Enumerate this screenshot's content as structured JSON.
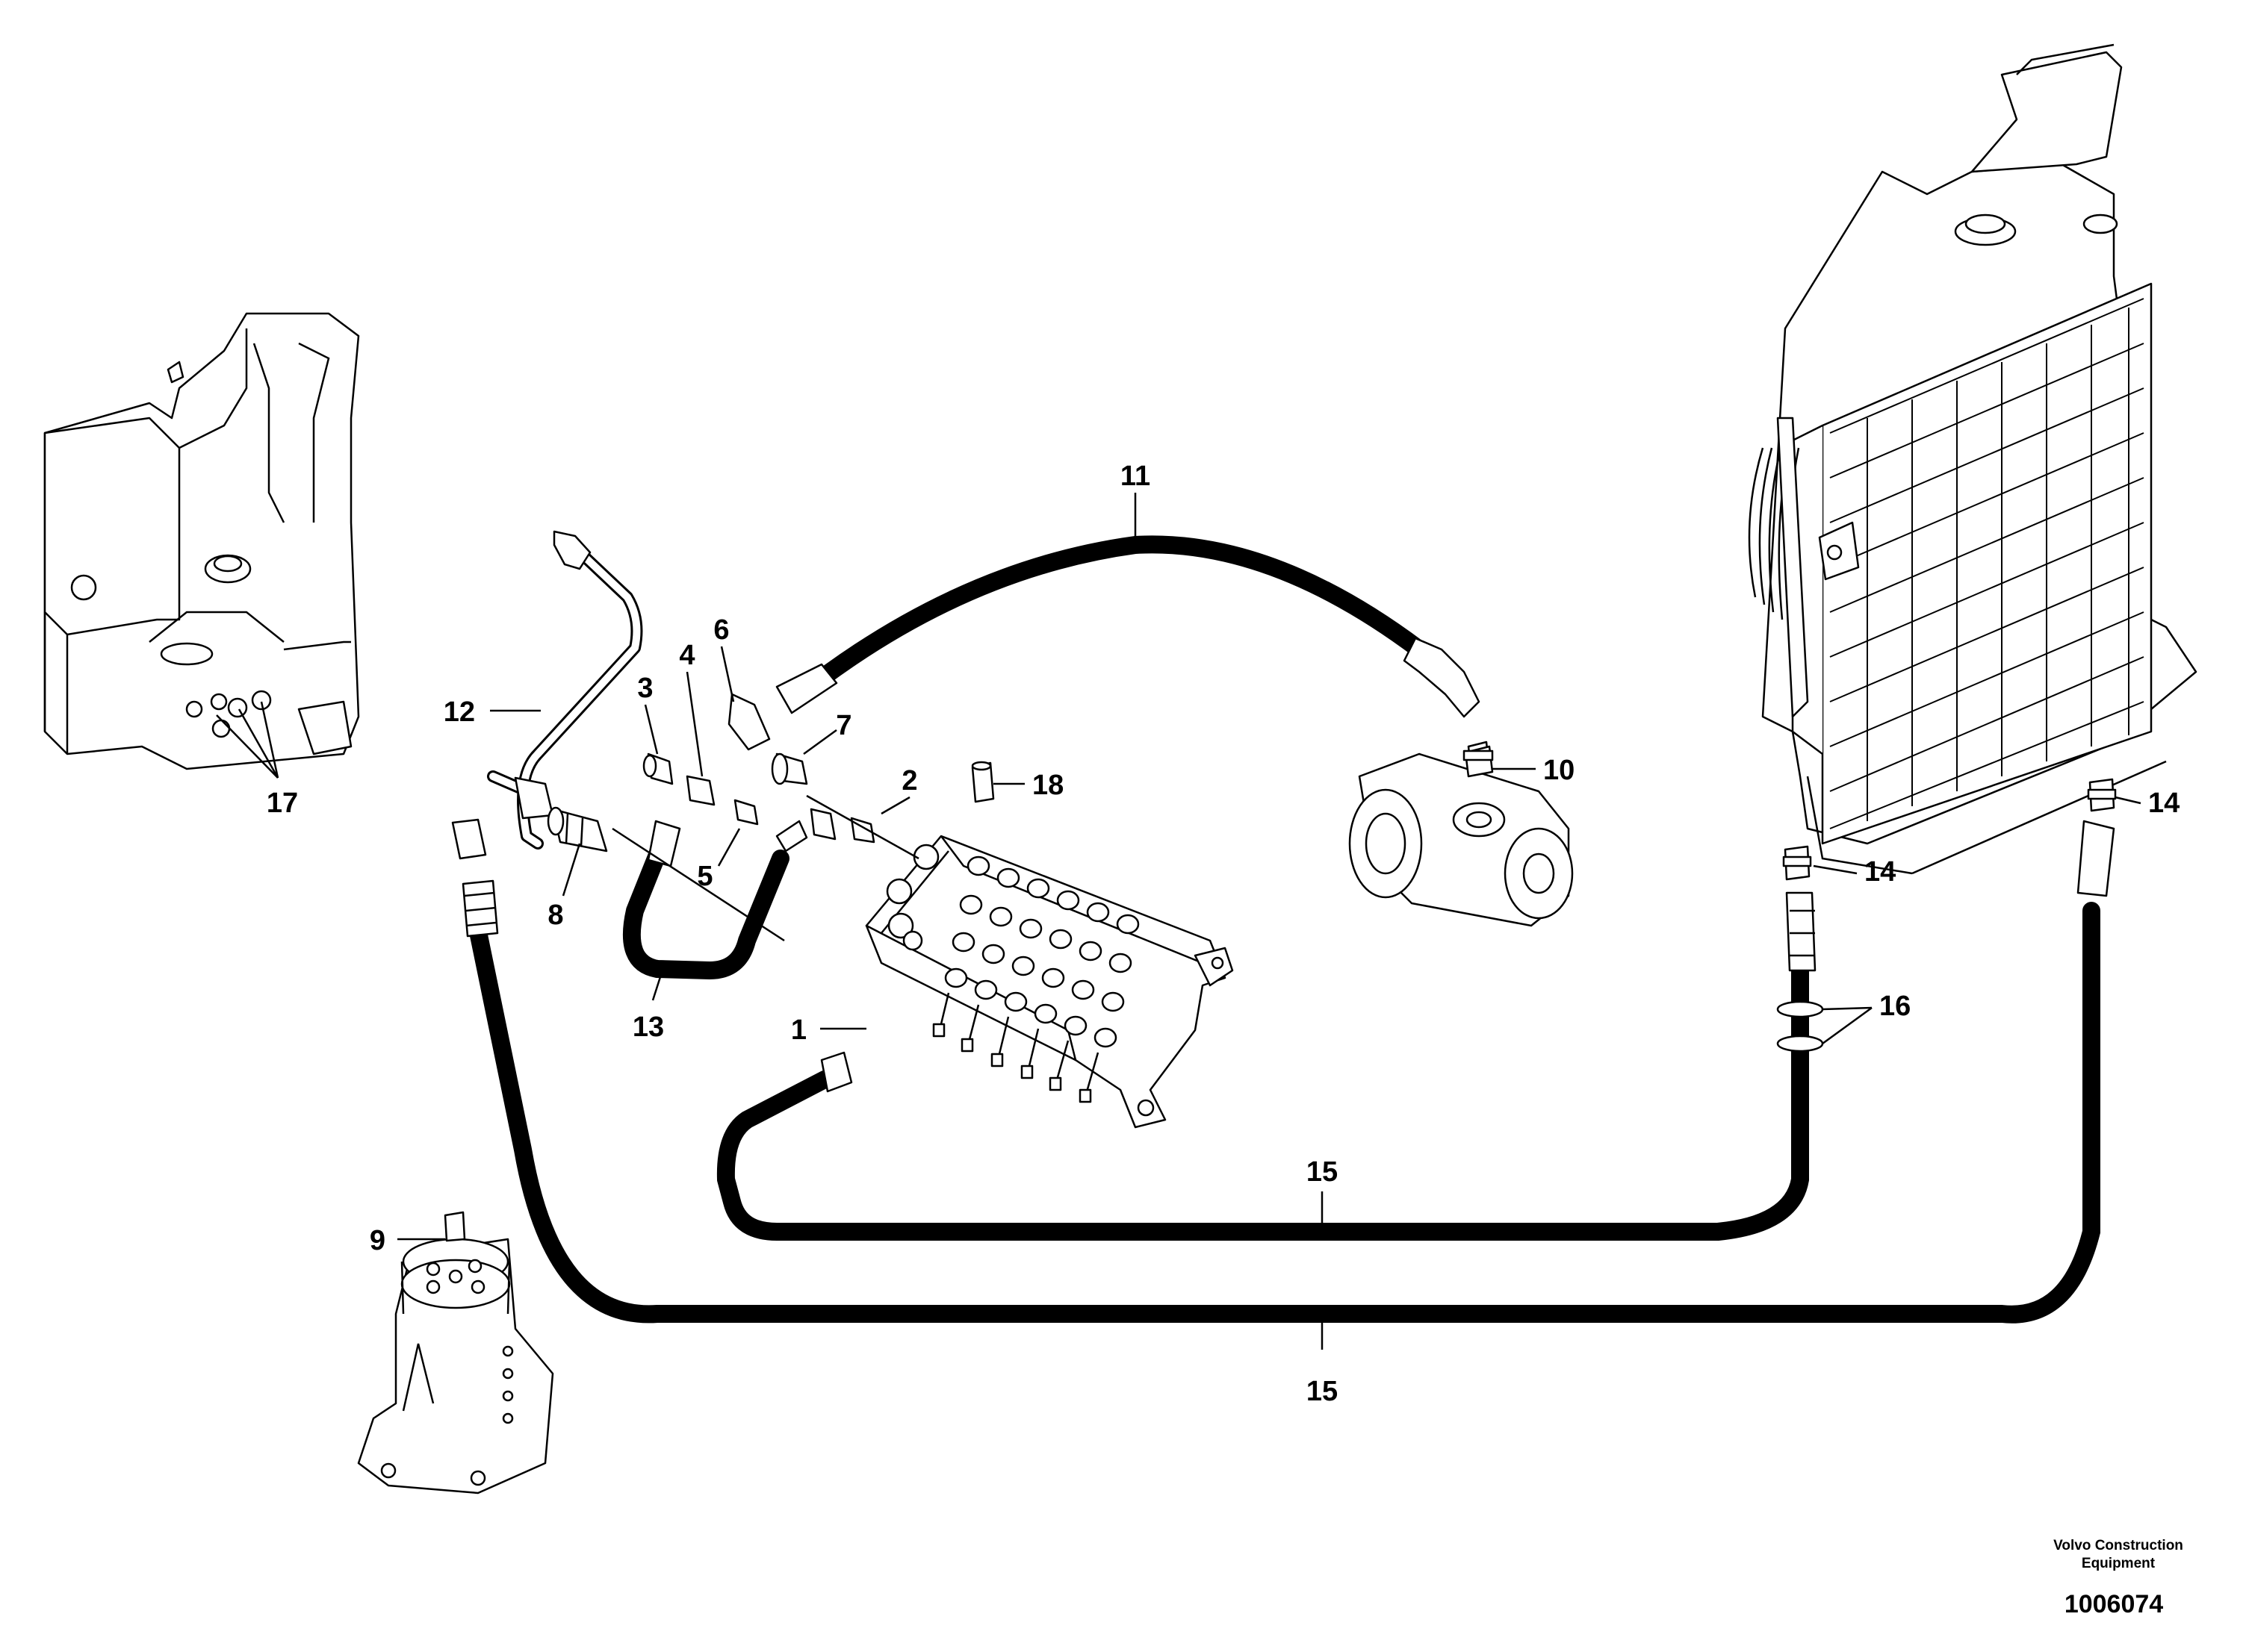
{
  "callouts": {
    "c1": "1",
    "c2": "2",
    "c3": "3",
    "c4": "4",
    "c5": "5",
    "c6": "6",
    "c7": "7",
    "c8": "8",
    "c9": "9",
    "c10": "10",
    "c11": "11",
    "c12": "12",
    "c13": "13",
    "c14a": "14",
    "c14b": "14",
    "c15a": "15",
    "c15b": "15",
    "c16": "16",
    "c17": "17",
    "c18": "18"
  },
  "footer": {
    "credit_line1": "Volvo Construction",
    "credit_line2": "Equipment",
    "doc_number": "1006074"
  }
}
